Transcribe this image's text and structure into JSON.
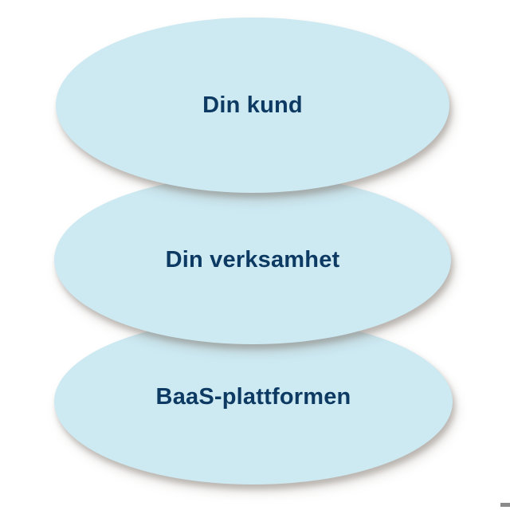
{
  "diagram": {
    "type": "stacked-ellipses",
    "layers": [
      {
        "label": "Din kund"
      },
      {
        "label": "Din verksamhet"
      },
      {
        "label": "BaaS-plattformen"
      }
    ]
  },
  "colors": {
    "background": "#ffffff",
    "ellipse_fill": "#cde9f2",
    "label_text": "#0d3a63",
    "shadow": "rgba(128,118,108,0.40)",
    "corner_mark": "#8a8a8a"
  }
}
